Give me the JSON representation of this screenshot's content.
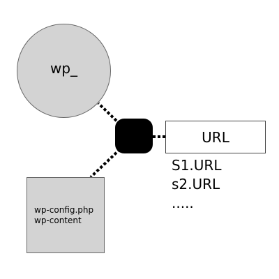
{
  "colors": {
    "node_fill": "#d3d3d3",
    "hub_fill": "#000000",
    "line": "#000000",
    "box_fill": "#ffffff"
  },
  "diagram": {
    "circle_node": {
      "label": "wp_"
    },
    "hub": {
      "label": ""
    },
    "url_box": {
      "label": "URL"
    },
    "url_list": [
      "S1.URL",
      "s2.URL",
      "....."
    ],
    "files_box": {
      "lines": [
        "wp-config.php",
        "wp-content"
      ]
    },
    "connections": [
      {
        "from": "hub",
        "to": "circle_node",
        "style": "dotted"
      },
      {
        "from": "hub",
        "to": "files_box",
        "style": "dotted"
      },
      {
        "from": "hub",
        "to": "url_box",
        "style": "dotted"
      }
    ]
  }
}
